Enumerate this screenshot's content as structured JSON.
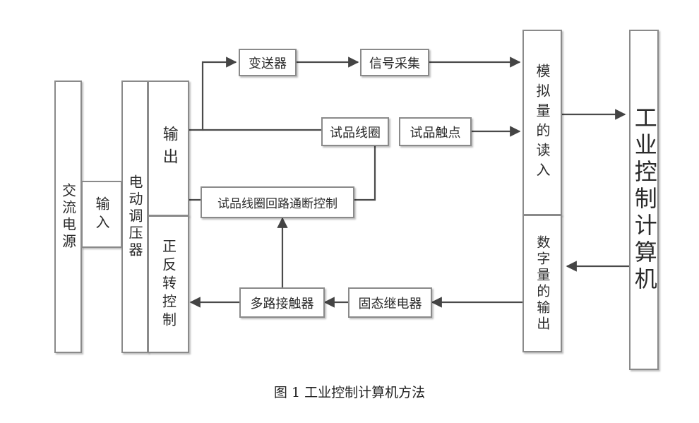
{
  "caption": "图 1 工业控制计算机方法",
  "blocks": {
    "ac_power": "交流电源",
    "input": "输入",
    "regulator": "电动调压器",
    "output": "输出",
    "fwd_rev": "正反转控制",
    "transmitter": "变送器",
    "signal_acq": "信号采集",
    "coil": "试品线圈",
    "contact": "试品触点",
    "coil_loop": "试品线圈回路通断控制",
    "multi_contactor": "多路接触器",
    "ssr": "固态继电器",
    "analog_in": "模拟量的读入",
    "digital_out": "数字量的输出",
    "ipc": "工业控制计算机"
  }
}
